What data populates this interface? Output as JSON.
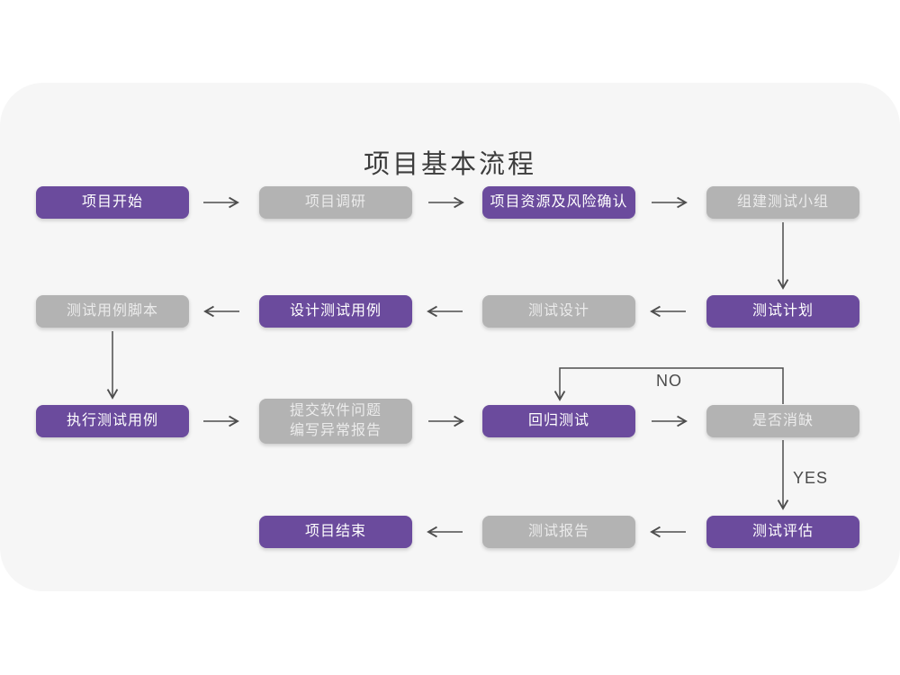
{
  "title": "项目基本流程",
  "labels": {
    "no": "NO",
    "yes": "YES"
  },
  "colors": {
    "purple_node": "#6B4B9D",
    "gray_node": "#B3B3B3",
    "card_background": "#F6F6F6",
    "arrow": "#4D4D4D",
    "title_text": "#3D3D3D"
  },
  "nodes": [
    {
      "id": "project-start",
      "label": "项目开始",
      "type": "purple"
    },
    {
      "id": "project-research",
      "label": "项目调研",
      "type": "gray"
    },
    {
      "id": "resource-risk",
      "label": "项目资源及风险确认",
      "type": "purple"
    },
    {
      "id": "build-test-team",
      "label": "组建测试小组",
      "type": "gray"
    },
    {
      "id": "test-case-script",
      "label": "测试用例脚本",
      "type": "gray"
    },
    {
      "id": "design-test-case",
      "label": "设计测试用例",
      "type": "purple"
    },
    {
      "id": "test-design",
      "label": "测试设计",
      "type": "gray"
    },
    {
      "id": "test-plan",
      "label": "测试计划",
      "type": "purple"
    },
    {
      "id": "execute-test-case",
      "label": "执行测试用例",
      "type": "purple"
    },
    {
      "id": "submit-issue-report",
      "label": "提交软件问题\n编写异常报告",
      "type": "gray"
    },
    {
      "id": "regression-test",
      "label": "回归测试",
      "type": "purple"
    },
    {
      "id": "defect-cleared",
      "label": "是否消缺",
      "type": "gray"
    },
    {
      "id": "test-evaluation",
      "label": "测试评估",
      "type": "purple"
    },
    {
      "id": "test-report",
      "label": "测试报告",
      "type": "gray"
    },
    {
      "id": "project-end",
      "label": "项目结束",
      "type": "purple"
    }
  ]
}
